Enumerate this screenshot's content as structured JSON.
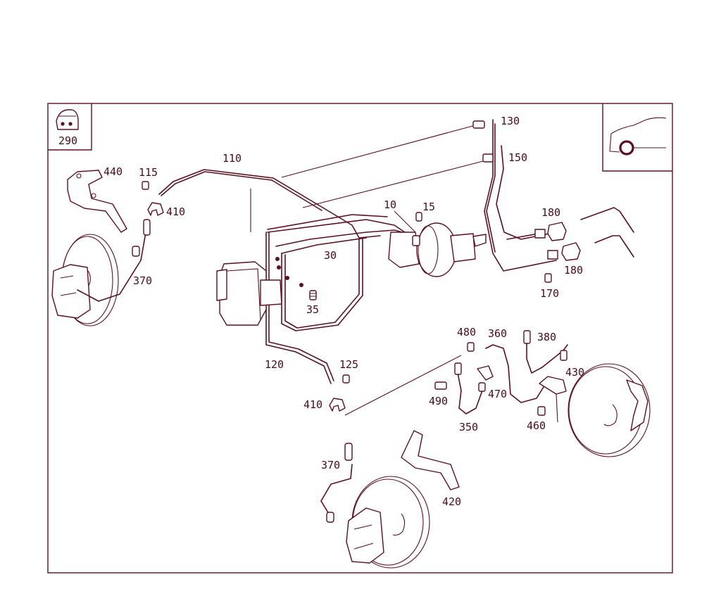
{
  "parts": {
    "p10": "10",
    "p15": "15",
    "p30": "30",
    "p35": "35",
    "p110": "110",
    "p115": "115",
    "p120": "120",
    "p125": "125",
    "p130": "130",
    "p150": "150",
    "p170": "170",
    "p180a": "180",
    "p180b": "180",
    "p290": "290",
    "p350": "350",
    "p360": "360",
    "p370a": "370",
    "p370b": "370",
    "p380": "380",
    "p410a": "410",
    "p410b": "410",
    "p420": "420",
    "p430": "430",
    "p440": "440",
    "p460": "460",
    "p470": "470",
    "p480": "480",
    "p490": "490"
  },
  "colors": {
    "line": "#5a1020",
    "background": "#ffffff"
  },
  "icons": {
    "corner_part": "rubber-mount-icon",
    "vehicle": "car-front-wheel-icon"
  }
}
